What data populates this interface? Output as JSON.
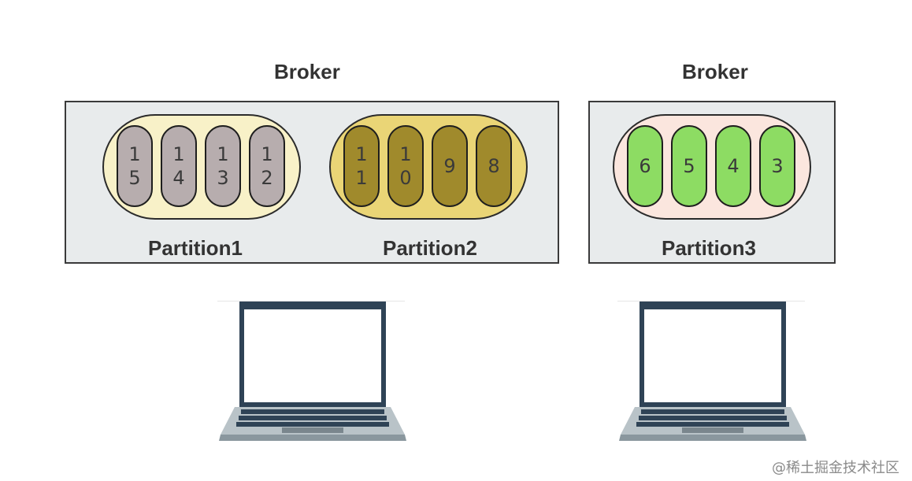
{
  "brokers": [
    {
      "title": "Broker",
      "partitions": [
        {
          "label": "Partition1",
          "fill": "#f8f1c8",
          "pill_color": "#b7adae",
          "messages": [
            "1\n5",
            "1\n4",
            "1\n3",
            "1\n2"
          ]
        },
        {
          "label": "Partition2",
          "fill": "#ead576",
          "pill_color": "#a08a2c",
          "messages": [
            "1\n1",
            "1\n0",
            "9",
            "8"
          ]
        }
      ]
    },
    {
      "title": "Broker",
      "partitions": [
        {
          "label": "Partition3",
          "fill": "#fbe6de",
          "pill_color": "#8ddc63",
          "messages": [
            "6",
            "5",
            "4",
            "3"
          ]
        }
      ]
    }
  ],
  "consumers": [
    {
      "icon": "laptop-icon"
    },
    {
      "icon": "laptop-icon"
    }
  ],
  "watermark": "@稀土掘金技术社区"
}
